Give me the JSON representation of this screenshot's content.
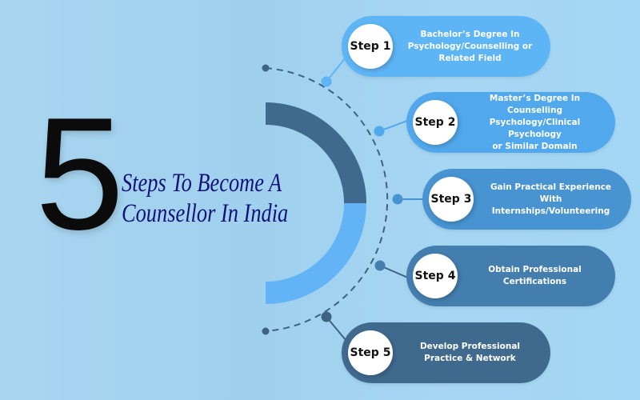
{
  "title": {
    "number": "5",
    "line1": "Steps To Become A",
    "line2": "Counsellor In India"
  },
  "colors": {
    "arc_dark": "#3f6a8e",
    "arc_light": "#62b4f7",
    "title": "#12127a"
  },
  "steps": [
    {
      "label": "Step 1",
      "text": "Bachelor’s Degree In\nPsychology/Counselling or\nRelated Field",
      "color": "#5db5f6"
    },
    {
      "label": "Step 2",
      "text": "Master’s Degree In Counselling\nPsychology/Clinical Psychology\nor Similar Domain",
      "color": "#51a8ec"
    },
    {
      "label": "Step 3",
      "text": "Gain Practical Experience\nWith\nInternships/Volunteering",
      "color": "#4893d1"
    },
    {
      "label": "Step 4",
      "text": "Obtain Professional\nCertifications",
      "color": "#437eaf"
    },
    {
      "label": "Step 5",
      "text": "Develop Professional\nPractice & Network",
      "color": "#3f6a8e"
    }
  ]
}
